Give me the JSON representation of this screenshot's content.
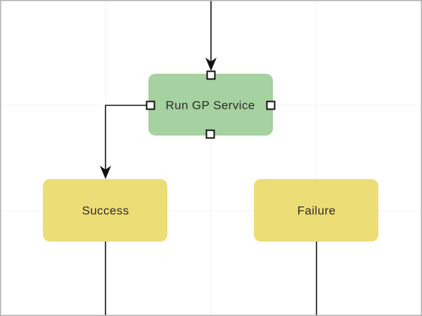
{
  "diagram": {
    "nodes": [
      {
        "id": "run-gp-service",
        "label": "Run GP Service",
        "fill": "#a6d1a0",
        "text_color": "#2d2d2d",
        "selected": true
      },
      {
        "id": "success",
        "label": "Success",
        "fill": "#eddd77",
        "text_color": "#2d2d2d",
        "selected": false
      },
      {
        "id": "failure",
        "label": "Failure",
        "fill": "#eddd77",
        "text_color": "#2d2d2d",
        "selected": false
      }
    ],
    "connectors": [
      {
        "from": "offscreen-top",
        "to": "run-gp-service",
        "arrowhead": true
      },
      {
        "from": "run-gp-service",
        "to": "success",
        "arrowhead": true
      },
      {
        "from": "success",
        "to": "offscreen-bottom",
        "arrowhead": false
      },
      {
        "from": "failure",
        "to": "offscreen-bottom",
        "arrowhead": false
      }
    ],
    "colors": {
      "background": "#ffffff",
      "grid": "#f0f0f0",
      "border": "#b0b0b0",
      "connector": "#111111",
      "handle_fill": "#ffffff",
      "handle_stroke": "#111111"
    }
  }
}
